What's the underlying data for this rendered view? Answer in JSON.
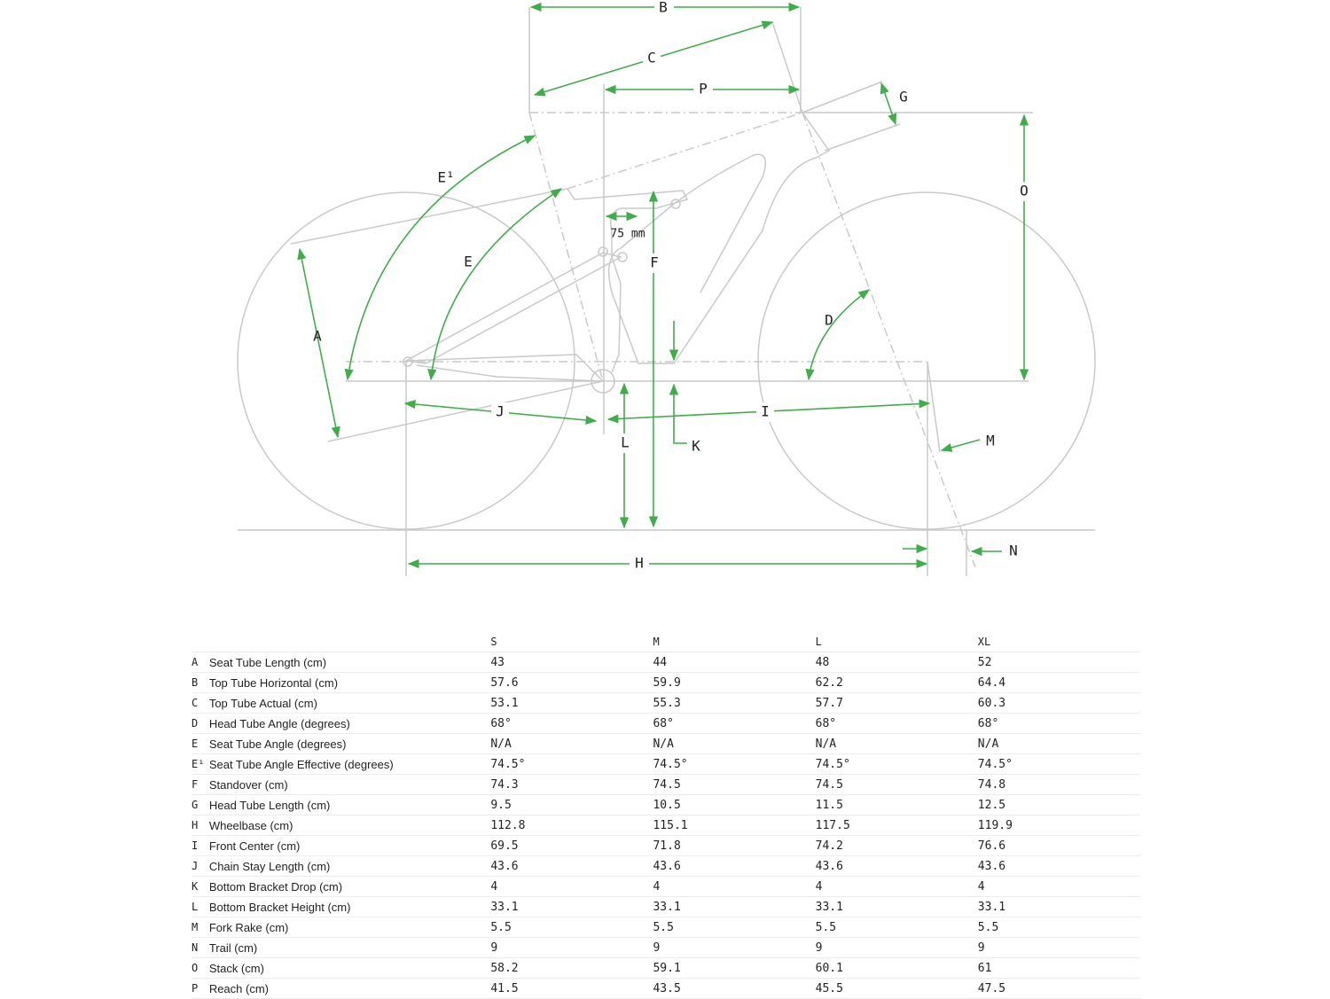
{
  "diagram": {
    "labels": {
      "A": "A",
      "B": "B",
      "C": "C",
      "D": "D",
      "E": "E",
      "E1": "E¹",
      "F": "F",
      "G": "G",
      "H": "H",
      "I": "I",
      "J": "J",
      "K": "K",
      "L": "L",
      "M": "M",
      "N": "N",
      "O": "O",
      "P": "P"
    },
    "suspension_note": "75 mm",
    "colors": {
      "dimension": "#3fae49",
      "frame": "#c9c9c9"
    }
  },
  "table": {
    "sizes": [
      "S",
      "M",
      "L",
      "XL"
    ],
    "rows": [
      {
        "letter": "A",
        "name": "Seat Tube Length (cm)",
        "values": [
          "43",
          "44",
          "48",
          "52"
        ]
      },
      {
        "letter": "B",
        "name": "Top Tube Horizontal (cm)",
        "values": [
          "57.6",
          "59.9",
          "62.2",
          "64.4"
        ]
      },
      {
        "letter": "C",
        "name": "Top Tube Actual (cm)",
        "values": [
          "53.1",
          "55.3",
          "57.7",
          "60.3"
        ]
      },
      {
        "letter": "D",
        "name": "Head Tube Angle (degrees)",
        "values": [
          "68°",
          "68°",
          "68°",
          "68°"
        ]
      },
      {
        "letter": "E",
        "name": "Seat Tube Angle (degrees)",
        "values": [
          "N/A",
          "N/A",
          "N/A",
          "N/A"
        ]
      },
      {
        "letter": "E¹",
        "name": "Seat Tube Angle Effective (degrees)",
        "values": [
          "74.5°",
          "74.5°",
          "74.5°",
          "74.5°"
        ]
      },
      {
        "letter": "F",
        "name": "Standover (cm)",
        "values": [
          "74.3",
          "74.5",
          "74.5",
          "74.8"
        ]
      },
      {
        "letter": "G",
        "name": "Head Tube Length (cm)",
        "values": [
          "9.5",
          "10.5",
          "11.5",
          "12.5"
        ]
      },
      {
        "letter": "H",
        "name": "Wheelbase (cm)",
        "values": [
          "112.8",
          "115.1",
          "117.5",
          "119.9"
        ]
      },
      {
        "letter": "I",
        "name": "Front Center (cm)",
        "values": [
          "69.5",
          "71.8",
          "74.2",
          "76.6"
        ]
      },
      {
        "letter": "J",
        "name": "Chain Stay Length (cm)",
        "values": [
          "43.6",
          "43.6",
          "43.6",
          "43.6"
        ]
      },
      {
        "letter": "K",
        "name": "Bottom Bracket Drop (cm)",
        "values": [
          "4",
          "4",
          "4",
          "4"
        ]
      },
      {
        "letter": "L",
        "name": "Bottom Bracket Height (cm)",
        "values": [
          "33.1",
          "33.1",
          "33.1",
          "33.1"
        ]
      },
      {
        "letter": "M",
        "name": "Fork Rake (cm)",
        "values": [
          "5.5",
          "5.5",
          "5.5",
          "5.5"
        ]
      },
      {
        "letter": "N",
        "name": "Trail (cm)",
        "values": [
          "9",
          "9",
          "9",
          "9"
        ]
      },
      {
        "letter": "O",
        "name": "Stack (cm)",
        "values": [
          "58.2",
          "59.1",
          "60.1",
          "61"
        ]
      },
      {
        "letter": "P",
        "name": "Reach (cm)",
        "values": [
          "41.5",
          "43.5",
          "45.5",
          "47.5"
        ]
      }
    ]
  }
}
